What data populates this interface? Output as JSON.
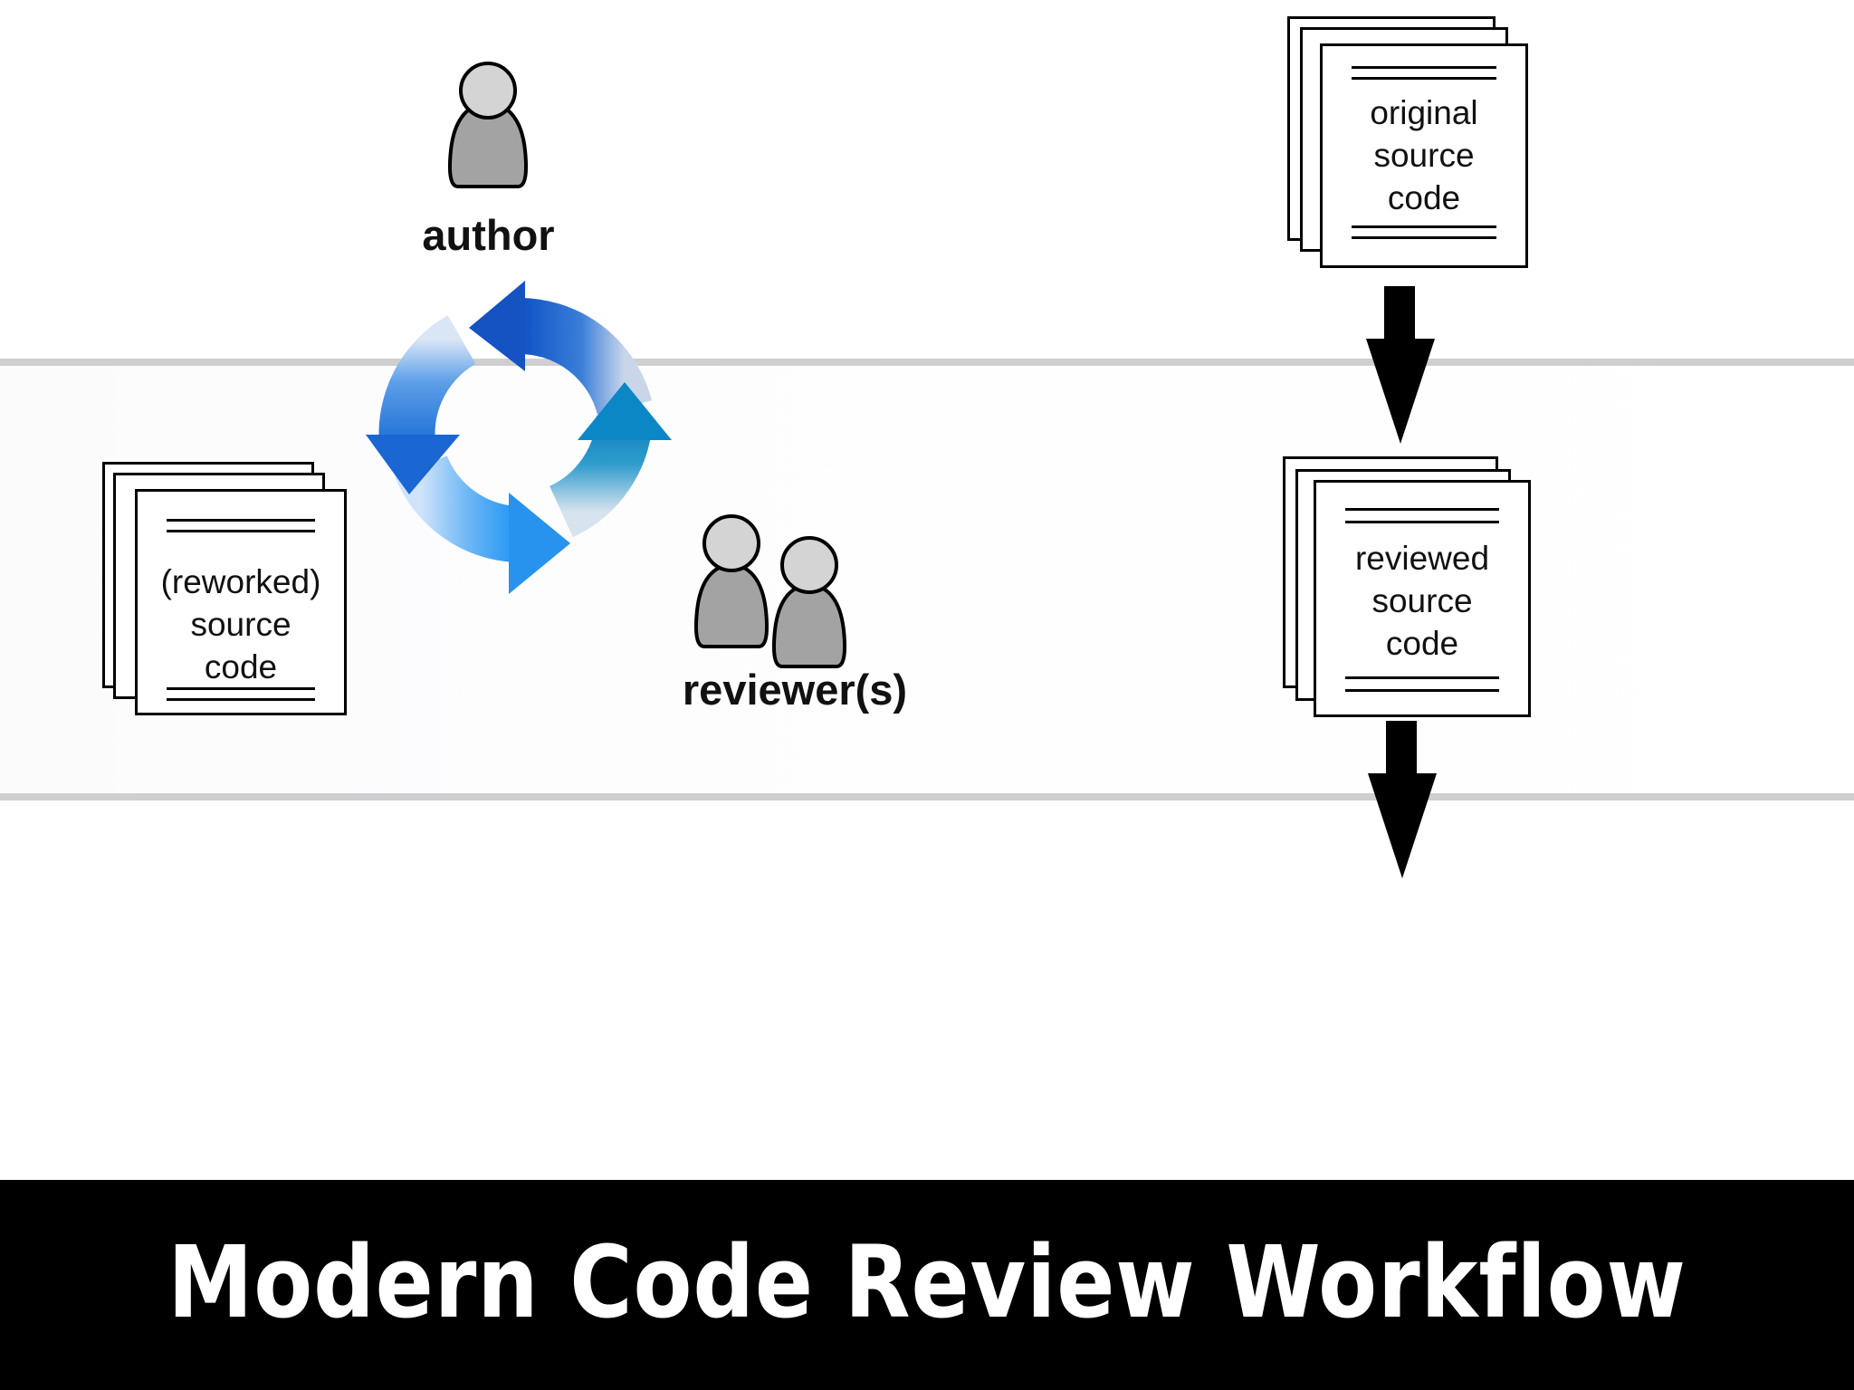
{
  "diagram": {
    "title": "Modern Code Review Workflow",
    "actors": {
      "author": {
        "label": "author",
        "icon": "person-icon"
      },
      "reviewers": {
        "label": "reviewer(s)",
        "icon": "people-icon"
      }
    },
    "documents": {
      "reworked": {
        "lines": [
          "(reworked)",
          "source",
          "code"
        ]
      },
      "original": {
        "lines": [
          "original",
          "source",
          "code"
        ]
      },
      "reviewed": {
        "lines": [
          "reviewed",
          "source",
          "code"
        ]
      }
    },
    "cycle": {
      "icon": "refresh-cycle-icon"
    },
    "colors": {
      "lane_line": "#cfcfd1",
      "footer_bg": "#000000",
      "footer_text": "#ffffff",
      "person_fill": "#a3a3a3",
      "cycle_blue": "#1f72d6",
      "cycle_teal": "#0d8fc4"
    }
  }
}
